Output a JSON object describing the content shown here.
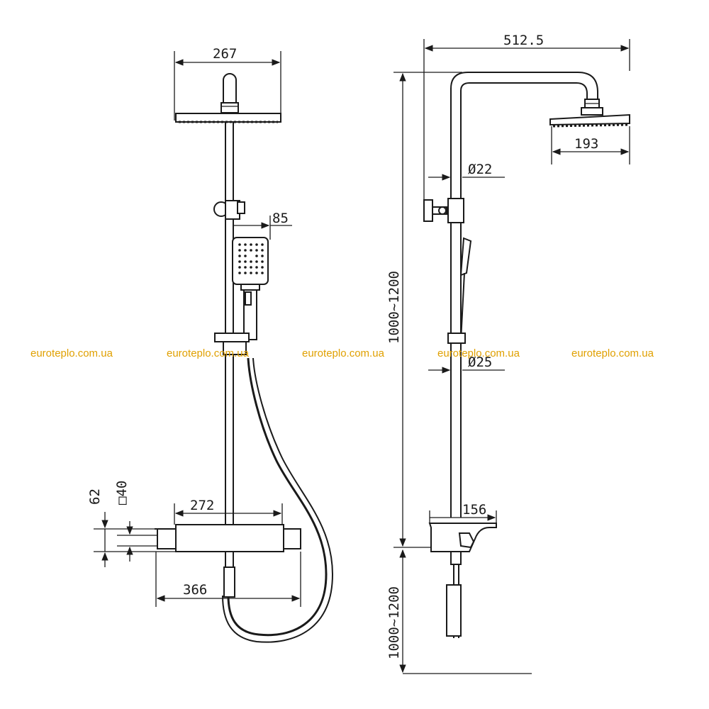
{
  "front_view": {
    "head_width": "267",
    "hand_shower_width": "85",
    "depth_62": "62",
    "square_40": "□40",
    "body_width": "272",
    "total_width": "366"
  },
  "side_view": {
    "arm_reach": "512.5",
    "head_width": "193",
    "upper_tube_diameter": "Ø22",
    "lower_tube_diameter": "Ø25",
    "upper_height": "1000~1200",
    "shelf_width": "156",
    "lower_height": "1000~1200"
  },
  "watermarks": [
    "euroteplo.com.ua",
    "euroteplo.com.ua",
    "euroteplo.com.ua",
    "euroteplo.com.ua",
    "euroteplo.com.ua"
  ]
}
